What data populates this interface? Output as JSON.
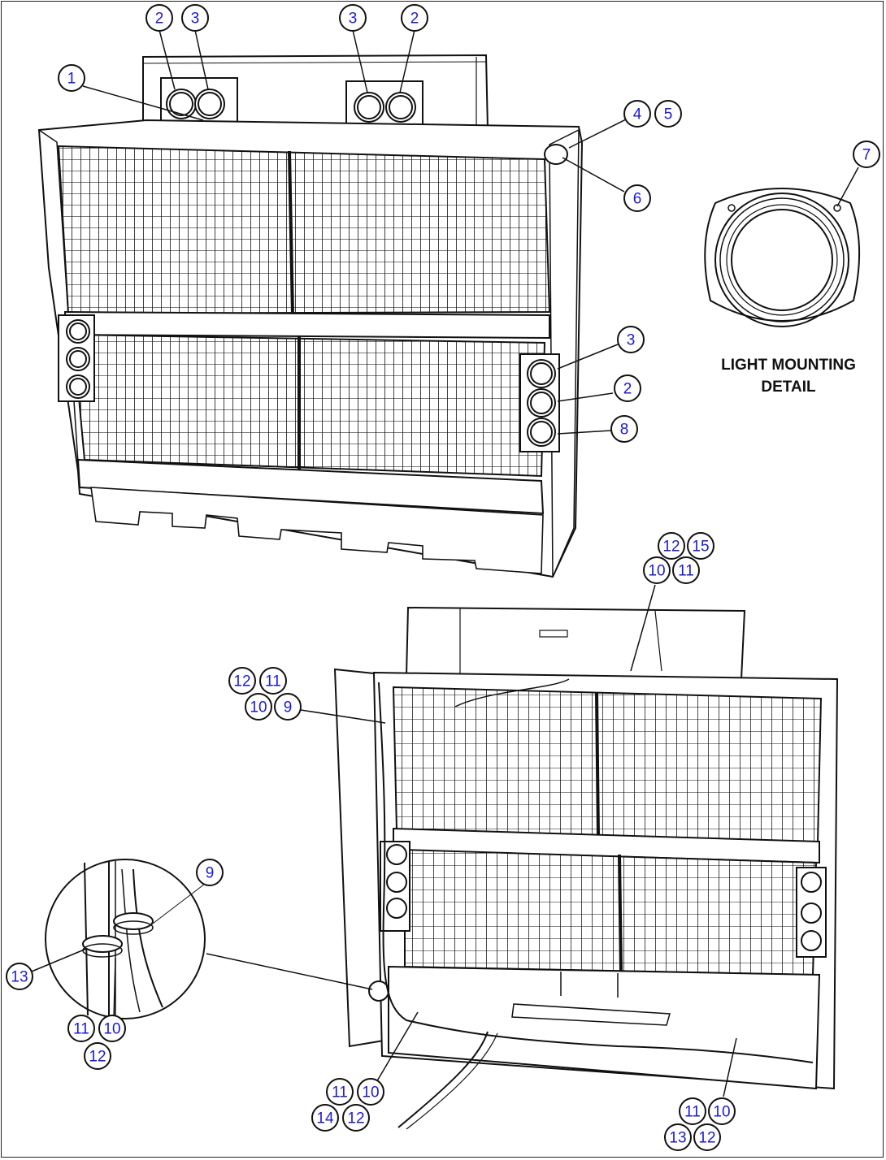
{
  "detail_caption": {
    "line1": "LIGHT MOUNTING",
    "line2": "DETAIL"
  },
  "callouts": [
    {
      "label": "2"
    },
    {
      "label": "3"
    },
    {
      "label": "3"
    },
    {
      "label": "2"
    },
    {
      "label": "1"
    },
    {
      "label": "4"
    },
    {
      "label": "5"
    },
    {
      "label": "6"
    },
    {
      "label": "7"
    },
    {
      "label": "3"
    },
    {
      "label": "2"
    },
    {
      "label": "8"
    },
    {
      "label": "12"
    },
    {
      "label": "15"
    },
    {
      "label": "10"
    },
    {
      "label": "11"
    },
    {
      "label": "12"
    },
    {
      "label": "11"
    },
    {
      "label": "10"
    },
    {
      "label": "9"
    },
    {
      "label": "9"
    },
    {
      "label": "13"
    },
    {
      "label": "11"
    },
    {
      "label": "10"
    },
    {
      "label": "12"
    },
    {
      "label": "11"
    },
    {
      "label": "10"
    },
    {
      "label": "14"
    },
    {
      "label": "12"
    },
    {
      "label": "11"
    },
    {
      "label": "10"
    },
    {
      "label": "13"
    },
    {
      "label": "12"
    }
  ],
  "colors": {
    "callout_text": "#1a1ad8",
    "line_art": "#111111",
    "background": "#ffffff"
  }
}
